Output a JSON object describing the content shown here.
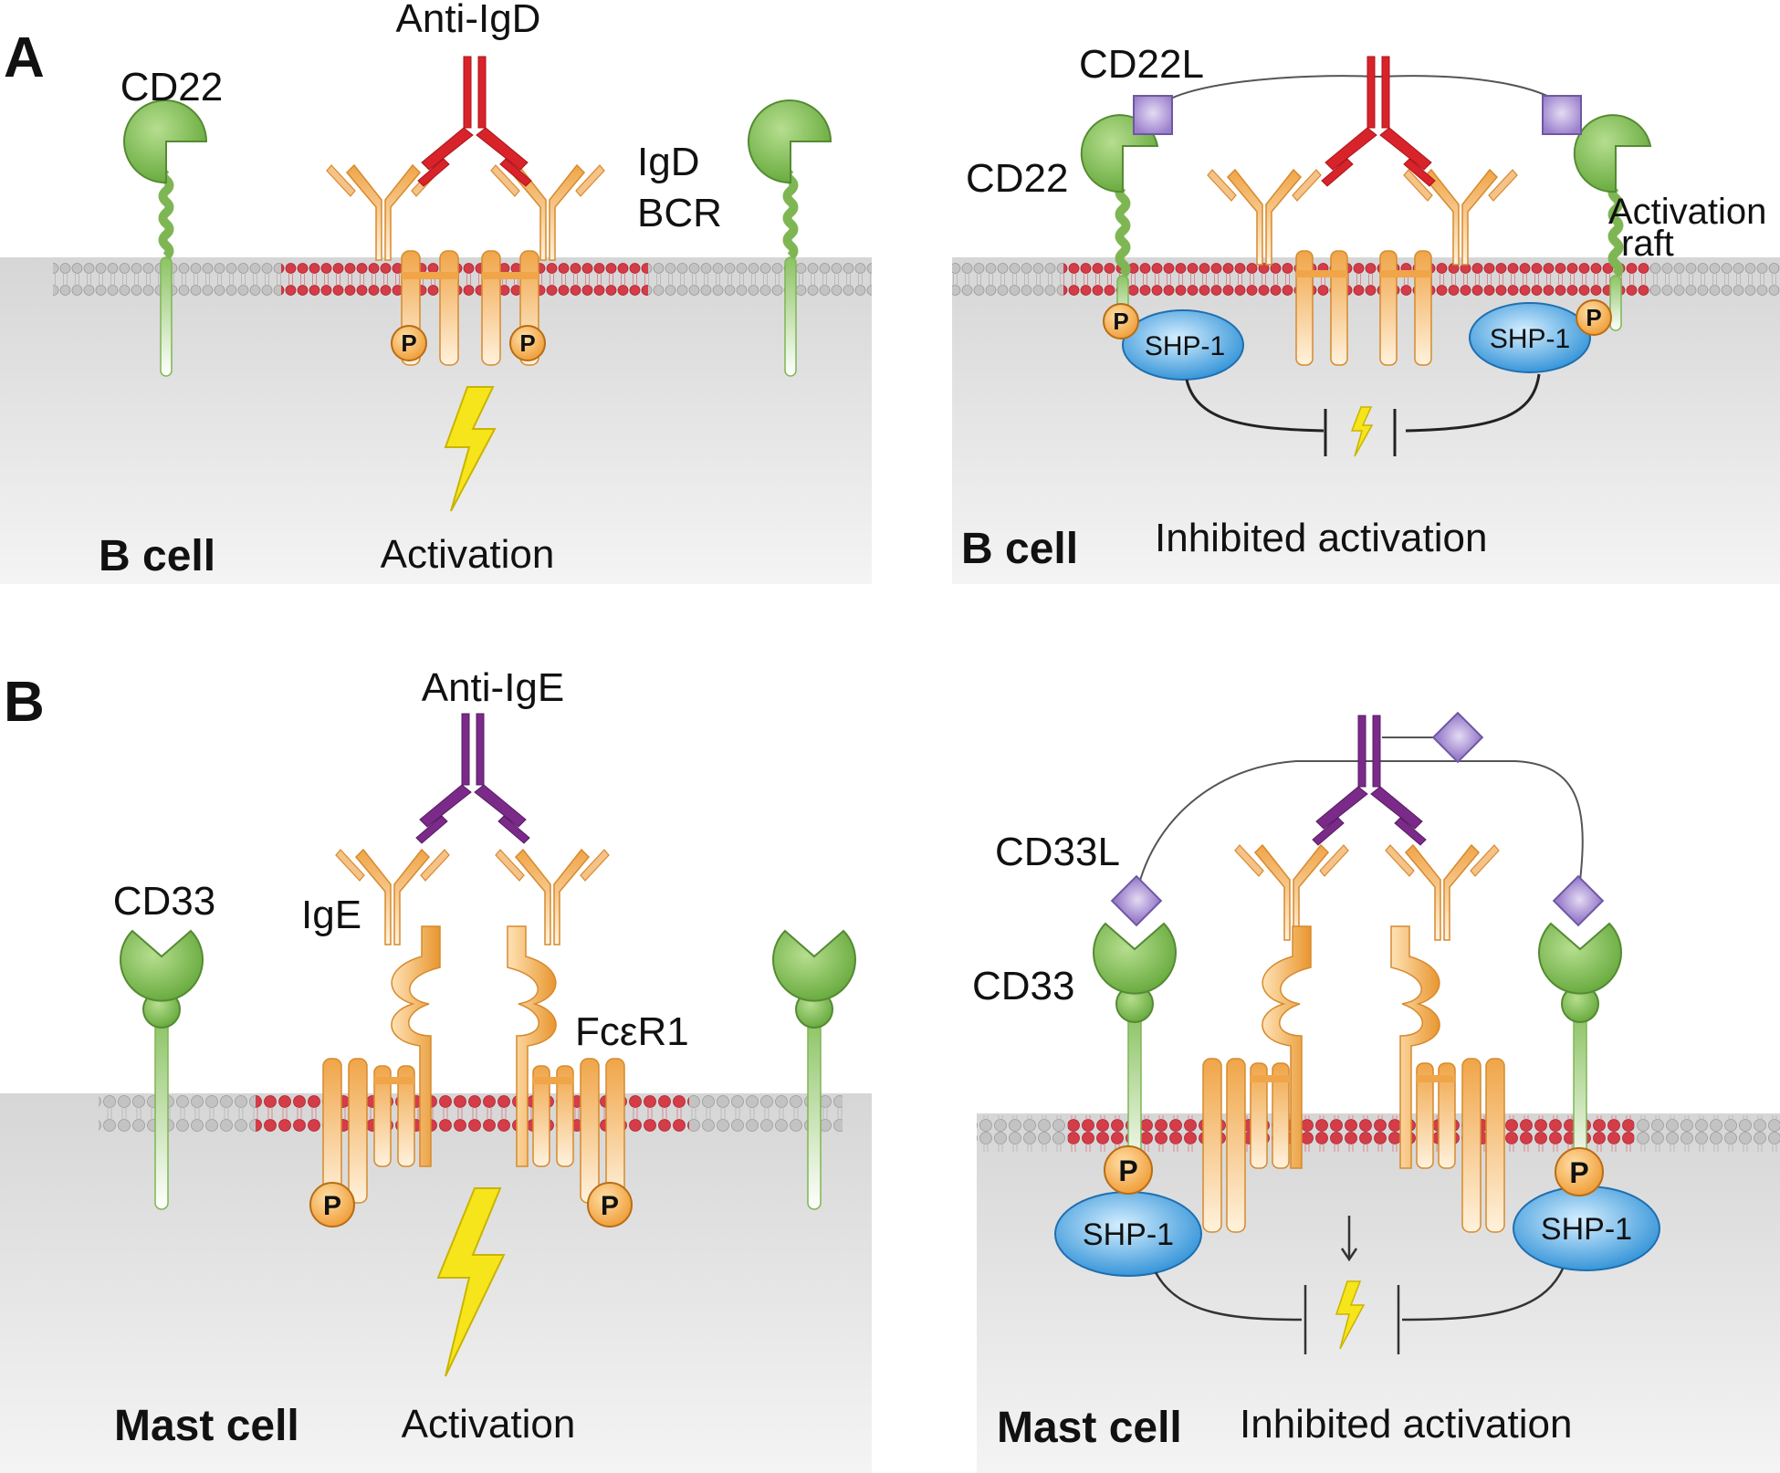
{
  "colors": {
    "cytoplasm": "#dcdcdc",
    "lipid": "#c8c8c8",
    "raft": "#d23a46",
    "cd_receptor": "#79b84a",
    "bcr": "#f2ad5a",
    "anti_igd": "#d8232a",
    "anti_ige": "#7b2a8a",
    "ligand": "#a58bd0",
    "shp1": "#3c9ee0",
    "phospho": "#f5a540",
    "bolt": "#f7e51c"
  },
  "panel_a": {
    "letter": "A",
    "left": {
      "anti": "Anti-IgD",
      "cd": "CD22",
      "receptor_line1": "IgD",
      "receptor_line2": "BCR",
      "p1": "P",
      "p2": "P",
      "outcome": "Activation",
      "cell": "B cell"
    },
    "right": {
      "ligand": "CD22L",
      "cd": "CD22",
      "raft_line1": "Activation",
      "raft_line2": "raft",
      "shp_left": "SHP-1",
      "shp_right": "SHP-1",
      "p_left": "P",
      "p_right": "P",
      "outcome": "Inhibited activation",
      "cell": "B cell"
    }
  },
  "panel_b": {
    "letter": "B",
    "left": {
      "anti": "Anti-IgE",
      "cd": "CD33",
      "antibody": "IgE",
      "receptor": "FcεR1",
      "p1": "P",
      "p2": "P",
      "outcome": "Activation",
      "cell": "Mast cell"
    },
    "right": {
      "ligand": "CD33L",
      "cd": "CD33",
      "shp_left": "SHP-1",
      "shp_right": "SHP-1",
      "p_left": "P",
      "p_right": "P",
      "outcome": "Inhibited activation",
      "cell": "Mast cell"
    }
  }
}
